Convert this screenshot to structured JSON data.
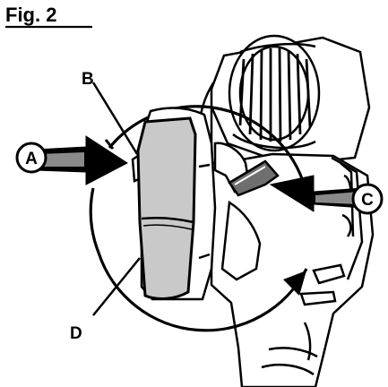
{
  "figure": {
    "title": "Fig. 2",
    "labels": {
      "a": "A",
      "b": "B",
      "c": "C",
      "d": "D"
    }
  },
  "colors": {
    "ink": "#000000",
    "trigger_gray": "#c9c9c9",
    "paper": "#ffffff"
  }
}
